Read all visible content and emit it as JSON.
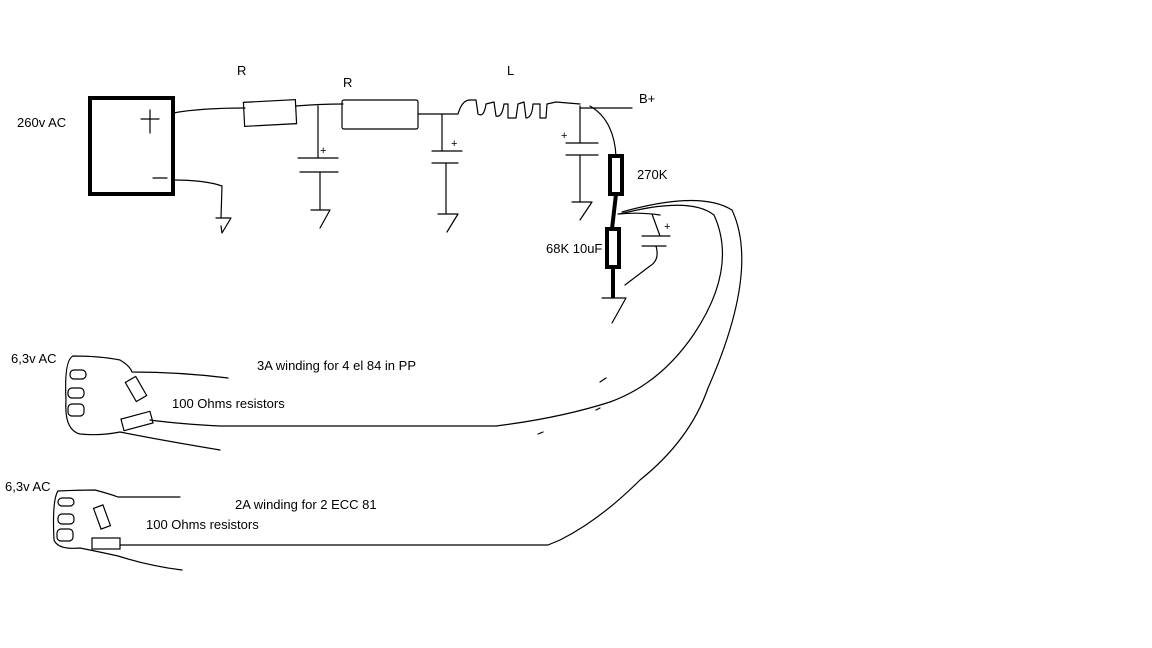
{
  "labels": {
    "source_voltage": "260v AC",
    "resistor_1": "R",
    "resistor_2": "R",
    "inductor": "L",
    "b_plus": "B+",
    "resistor_270k": "270K",
    "divider": "68K 10uF",
    "heater_1_voltage": "6,3v AC",
    "heater_1_desc": "3A winding for 4 el 84 in PP",
    "heater_1_resistors": "100 Ohms resistors",
    "heater_2_voltage": "6,3v AC",
    "heater_2_desc": "2A winding for 2 ECC 81",
    "heater_2_resistors": "100 Ohms resistors"
  },
  "symbols": {
    "plus": "+",
    "plus_box": "+",
    "minus_box": "−"
  }
}
